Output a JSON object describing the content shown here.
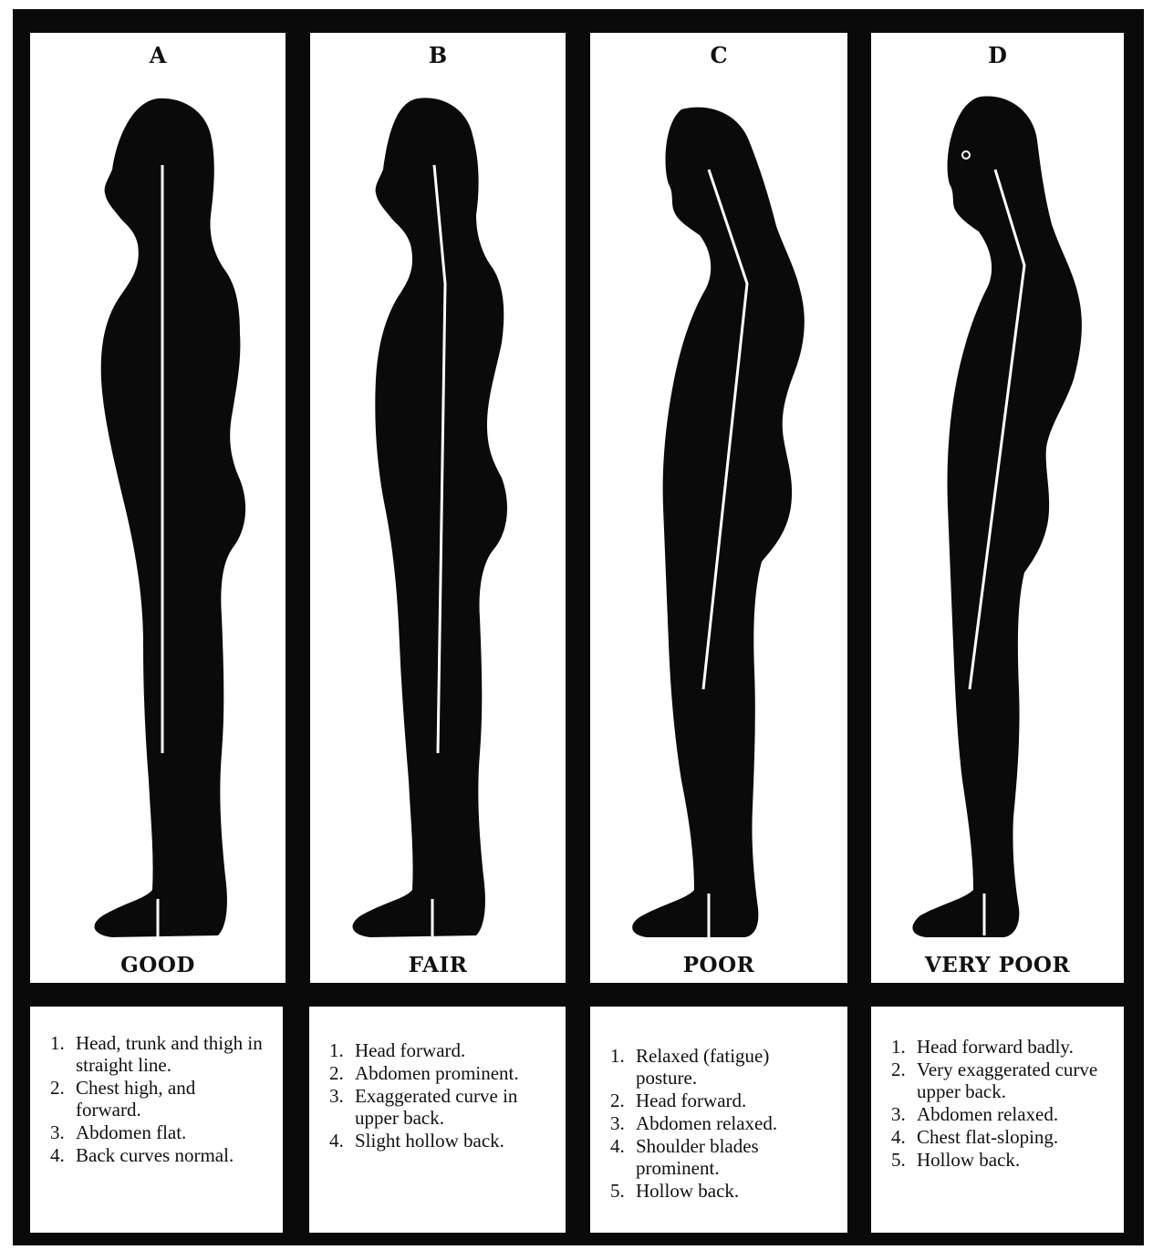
{
  "panels": [
    {
      "letter": "A",
      "rating": "GOOD",
      "points": [
        {
          "num": "1.",
          "text": "Head, trunk and thigh in straight line."
        },
        {
          "num": "2.",
          "text": "Chest high, and forward."
        },
        {
          "num": "3.",
          "text": "Abdomen flat."
        },
        {
          "num": "4.",
          "text": "Back curves normal."
        }
      ]
    },
    {
      "letter": "B",
      "rating": "FAIR",
      "points": [
        {
          "num": "1.",
          "text": "Head forward."
        },
        {
          "num": "2.",
          "text": "Abdomen prominent."
        },
        {
          "num": "3.",
          "text": "Exaggerated curve in upper back."
        },
        {
          "num": "4.",
          "text": "Slight hollow back."
        }
      ]
    },
    {
      "letter": "C",
      "rating": "POOR",
      "points": [
        {
          "num": "1.",
          "text": "Relaxed (fatigue) posture."
        },
        {
          "num": "2.",
          "text": "Head forward."
        },
        {
          "num": "3.",
          "text": "Abdomen relaxed."
        },
        {
          "num": "4.",
          "text": "Shoulder blades prominent."
        },
        {
          "num": "5.",
          "text": "Hollow back."
        }
      ]
    },
    {
      "letter": "D",
      "rating": "VERY POOR",
      "points": [
        {
          "num": "1.",
          "text": "Head forward badly."
        },
        {
          "num": "2.",
          "text": "Very exaggerated curve upper back."
        },
        {
          "num": "3.",
          "text": "Abdomen relaxed."
        },
        {
          "num": "4.",
          "text": "Chest flat-sloping."
        },
        {
          "num": "5.",
          "text": "Hollow back."
        }
      ]
    }
  ]
}
